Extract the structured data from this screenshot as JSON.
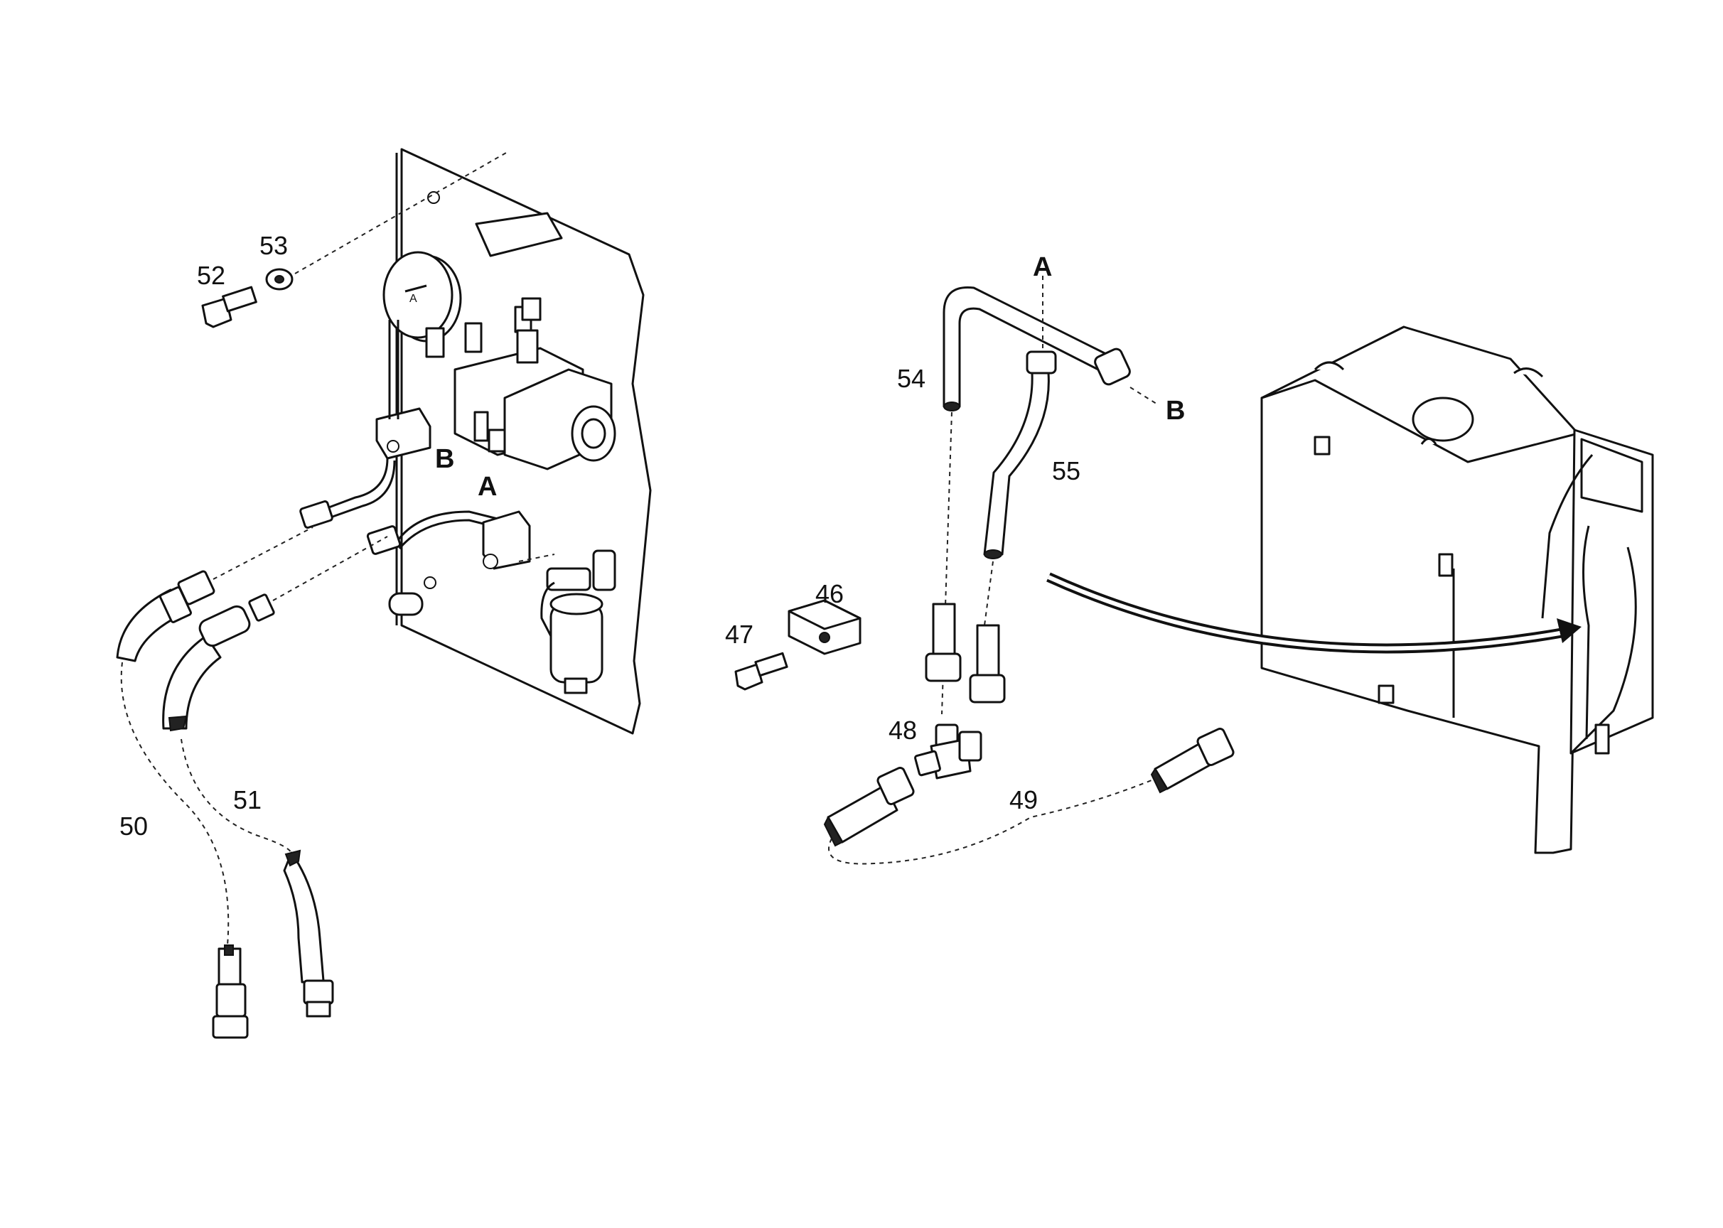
{
  "callouts": {
    "n46": "46",
    "n47": "47",
    "n48": "48",
    "n49": "49",
    "n50": "50",
    "n51": "51",
    "n52": "52",
    "n53": "53",
    "n54": "54",
    "n55": "55"
  },
  "connection_letters": {
    "a_panel": "A",
    "b_panel": "B",
    "a_pipe": "A",
    "b_pipe": "B"
  }
}
